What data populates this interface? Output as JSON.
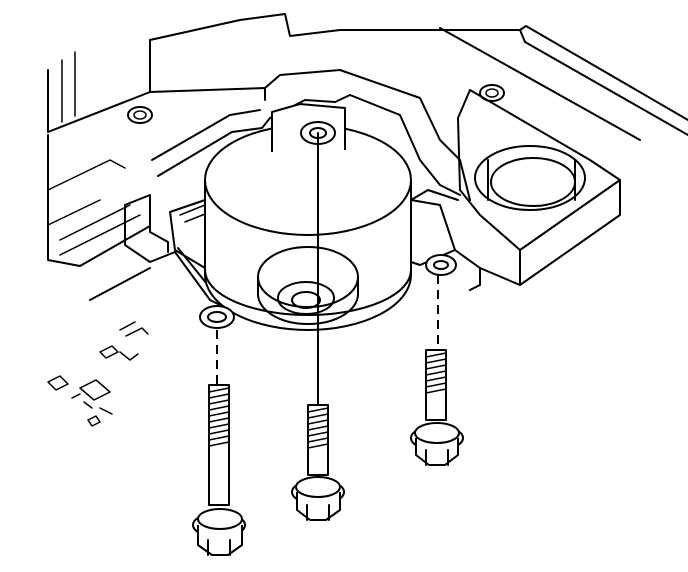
{
  "figure": {
    "description_parts": [
      "transmission-case",
      "solenoid-body",
      "bolt-left",
      "bolt-center",
      "bolt-right"
    ]
  },
  "colors": {
    "line": "#000000",
    "background": "#ffffff"
  }
}
